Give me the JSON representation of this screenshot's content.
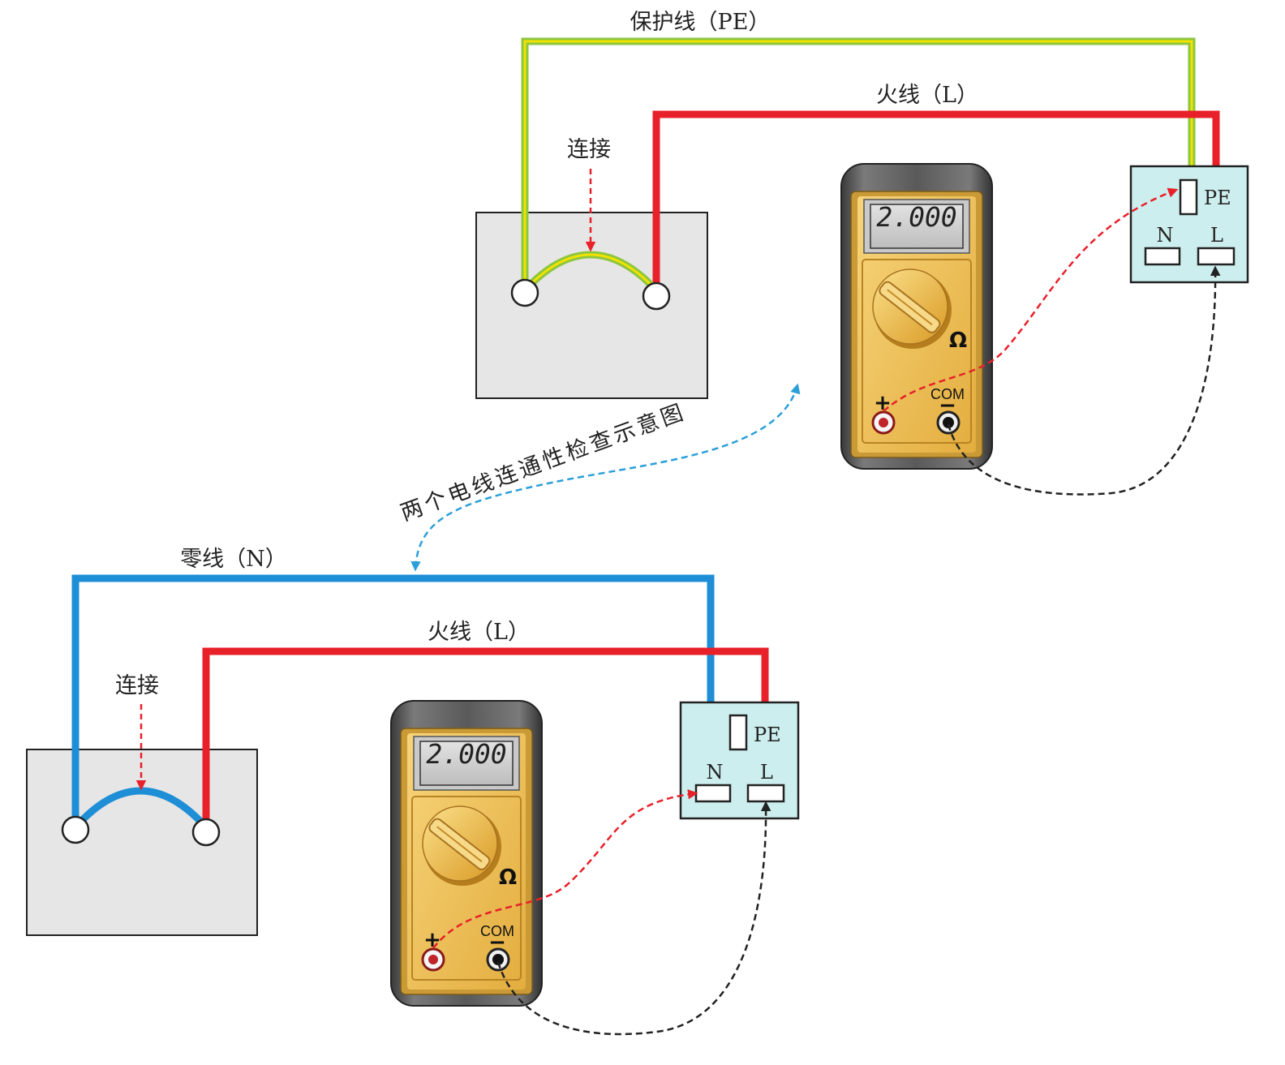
{
  "colors": {
    "pe_green": "#8dc63f",
    "pe_yellow": "#f2e200",
    "live_red": "#e8202a",
    "neutral_blue": "#1e8fd6",
    "probe_red": "#e8202a",
    "probe_black": "#222222",
    "caption_arrow": "#2a9fd8",
    "box_fill": "#e6e6e6",
    "socket_fill": "#cdeeee",
    "meter_body": "#f1c25a"
  },
  "top_circuit": {
    "pe_label": "保护线（PE）",
    "live_label": "火线（L）",
    "connect_label": "连接",
    "meter": {
      "display": "2.000",
      "ohm_symbol": "Ω",
      "plus_symbol": "+",
      "com_label": "COM",
      "minus_symbol": "−"
    },
    "socket": {
      "pe_label": "PE",
      "n_label": "N",
      "l_label": "L"
    }
  },
  "bottom_circuit": {
    "neutral_label": "零线（N）",
    "live_label": "火线（L）",
    "connect_label": "连接",
    "meter": {
      "display": "2.000",
      "ohm_symbol": "Ω",
      "plus_symbol": "+",
      "com_label": "COM",
      "minus_symbol": "−"
    },
    "socket": {
      "pe_label": "PE",
      "n_label": "N",
      "l_label": "L"
    }
  },
  "caption": "两个电线连通性检查示意图"
}
